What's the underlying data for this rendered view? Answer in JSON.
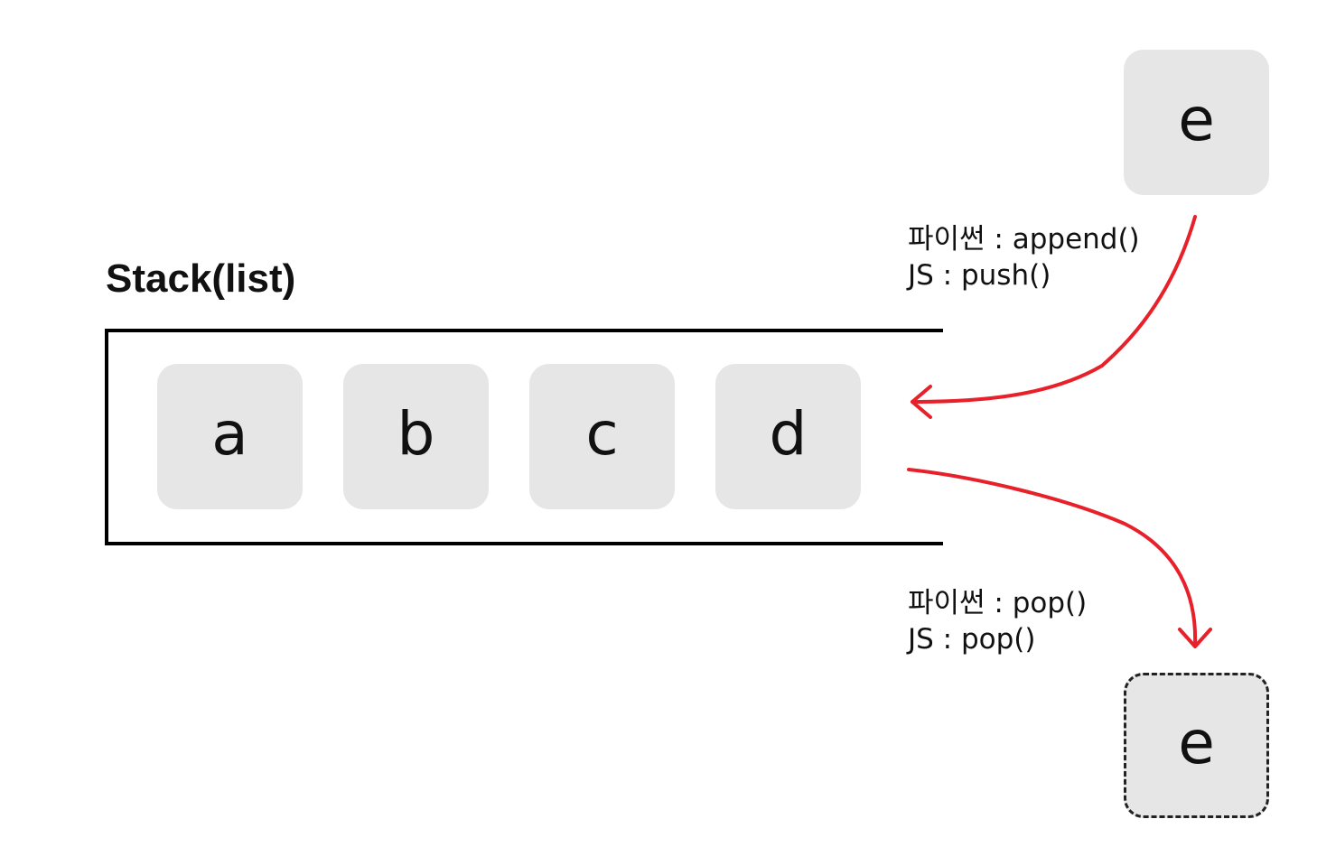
{
  "title": "Stack(list)",
  "stack_items": [
    "a",
    "b",
    "c",
    "d"
  ],
  "incoming_item": "e",
  "outgoing_item": "e",
  "push_label": {
    "python": "파이썬 : append()",
    "js": "JS : push()"
  },
  "pop_label": {
    "python": "파이썬 : pop()",
    "js": "JS : pop()"
  },
  "colors": {
    "item_fill": "#e6e6e6",
    "arrow": "#e8202a",
    "border": "#000000"
  }
}
